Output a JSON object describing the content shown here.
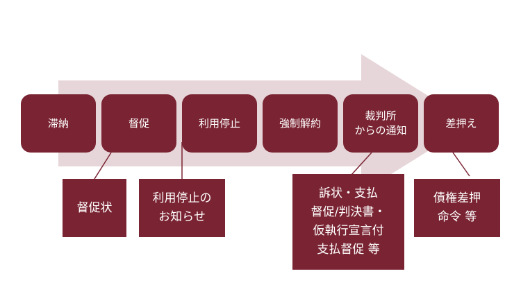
{
  "colors": {
    "box_fill": "#7a2433",
    "arrow_fill": "#e7d6d9",
    "text": "#ffffff",
    "connector": "#7a2433"
  },
  "steps": [
    {
      "label": "滞納"
    },
    {
      "label": "督促"
    },
    {
      "label": "利用停止"
    },
    {
      "label": "強制解約"
    },
    {
      "label": "裁判所\nからの通知"
    },
    {
      "label": "差押え"
    }
  ],
  "notes": [
    {
      "label": "督促状",
      "linked_step": "督促"
    },
    {
      "label": "利用停止の\nお知らせ",
      "linked_step": "利用停止"
    },
    {
      "label": "訴状・支払\n督促/判決書・\n仮執行宣言付\n支払督促 等",
      "linked_step": "裁判所\nからの通知"
    },
    {
      "label": "債権差押\n命令 等",
      "linked_step": "差押え"
    }
  ]
}
